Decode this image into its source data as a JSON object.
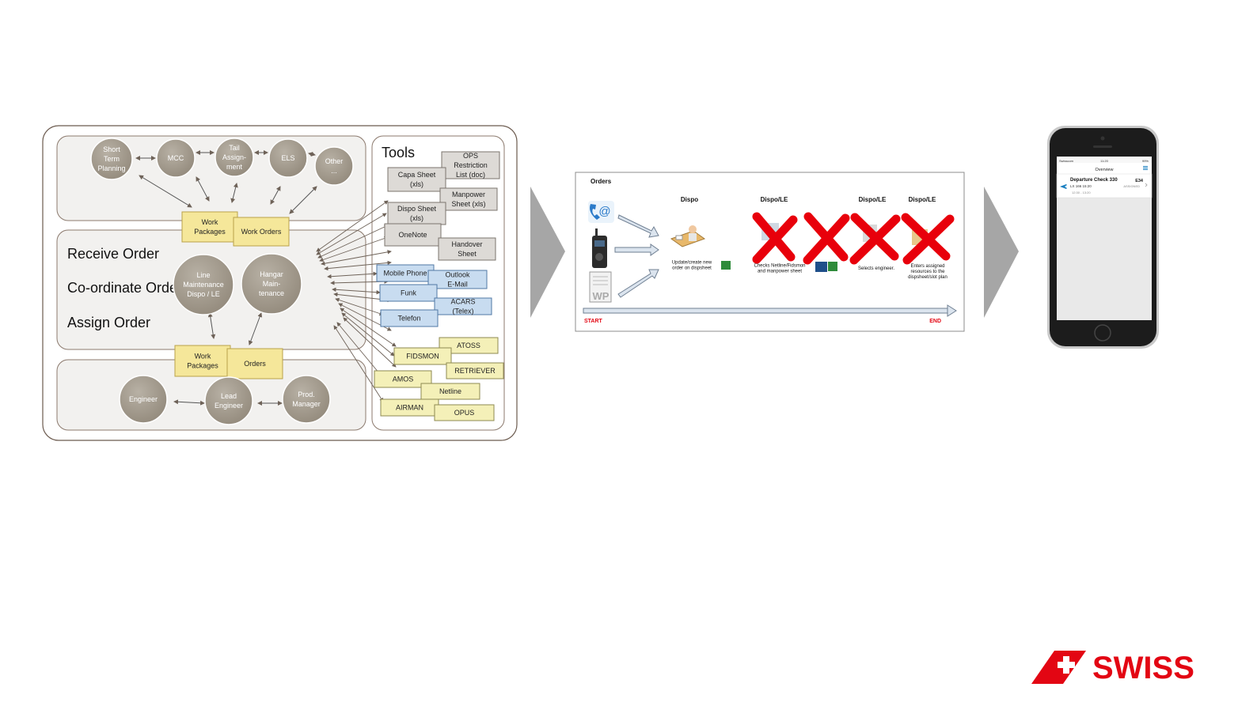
{
  "left_diagram": {
    "top_circles": [
      "Short\nTerm\nPlanning",
      "MCC",
      "Tail\nAssign-\nment",
      "ELS",
      "Other\n..."
    ],
    "top_boxes": [
      "Work\nPackages",
      "Work Orders"
    ],
    "mid_labels": [
      "Receive Order",
      "Co-ordinate Order",
      "Assign Order"
    ],
    "mid_circles": [
      "Line\nMaintenance\nDispo / LE",
      "Hangar\nMain-\ntenance"
    ],
    "bottom_boxes": [
      "Work\nPackages",
      "Orders"
    ],
    "bottom_circles": [
      "Engineer",
      "Lead\nEngineer",
      "Prod.\nManager"
    ],
    "tools_title": "Tools",
    "tools_gray": [
      "OPS\nRestriction\nList (doc)",
      "Capa Sheet\n(xls)",
      "Manpower\nSheet (xls)",
      "Dispo Sheet\n(xls)",
      "OneNote",
      "Handover\nSheet"
    ],
    "tools_blue": [
      "Mobile Phone",
      "Outlook\nE-Mail",
      "Funk",
      "ACARS\n(Telex)",
      "Telefon"
    ],
    "tools_yellow": [
      "ATOSS",
      "FIDSMON",
      "RETRIEVER",
      "AMOS",
      "Netline",
      "AIRMAN",
      "OPUS"
    ]
  },
  "process": {
    "title": "Orders",
    "wp_icon_text": "WP",
    "columns": [
      "Dispo",
      "Dispo/LE",
      "Dispo/LE",
      "Dispo/LE"
    ],
    "captions": [
      "Update/create new\norder on dispsheet",
      "Checks Netline/Fidsmon\nand manpower sheet",
      "Selects engineer.",
      "Enters assigned\nresources to the\ndispsheet/slot plan"
    ],
    "start_label": "START",
    "end_label": "END"
  },
  "phone": {
    "status_carrier": "Swisscom",
    "status_time": "11:20",
    "status_battery": "99%",
    "header_title": "Overview",
    "item_title": "Departure Check 330",
    "item_code": "E34",
    "item_flight": "LX 166 15:20",
    "item_status": "ASSIGNED",
    "item_times": "12:30 - 13:20"
  },
  "brand": {
    "name": "SWISS",
    "color": "#e30613"
  },
  "colors": {
    "circle": "#aaa293",
    "gray_box": "#dddad6",
    "blue_box": "#c8dcf0",
    "yellow_box": "#f4f0b8",
    "cross": "#e8000b"
  }
}
